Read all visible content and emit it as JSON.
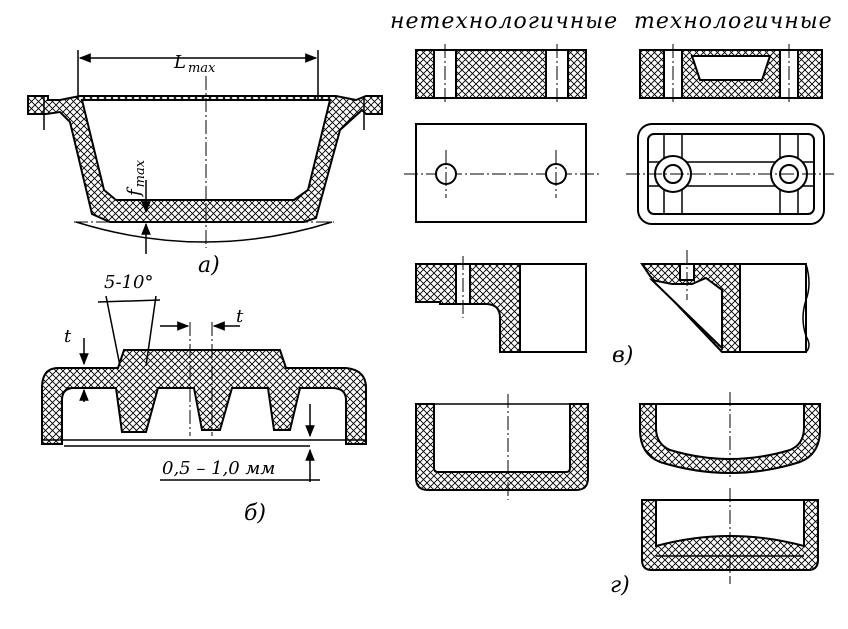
{
  "headers": {
    "non_technological": "нетехнологичные",
    "technological": "технологичные"
  },
  "labels": {
    "a": "а)",
    "b": "б)",
    "v": "в)",
    "g": "г)"
  },
  "dimensions": {
    "l_max": "L",
    "l_max_sub": "max",
    "f_max": "f",
    "f_max_sub": "max",
    "draft_angle": "5-10°",
    "rib_pitch": "t",
    "wall_thickness": "t",
    "gap": "0,5 – 1,0 мм"
  }
}
